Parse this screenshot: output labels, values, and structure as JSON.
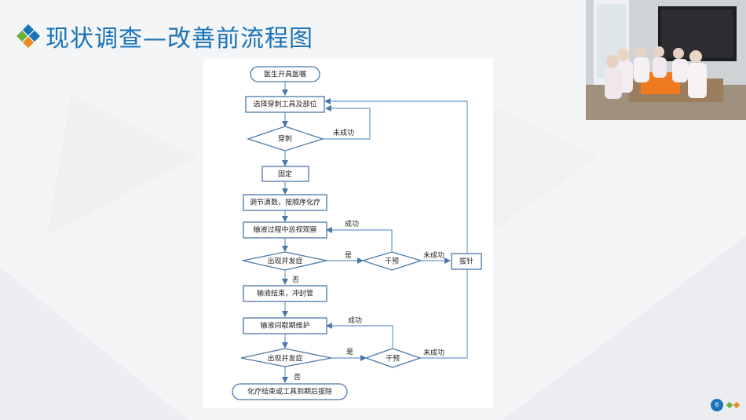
{
  "slide": {
    "title": "现状调查—改善前流程图",
    "page_number": "6",
    "accent_colors": {
      "blue": "#1a73b7",
      "green": "#6bb33d",
      "orange": "#f08a24"
    },
    "photo": {
      "subject": "nurses seated around a table in a meeting room, TV screen on wall"
    }
  },
  "flow": {
    "nodes": {
      "start": "医生开具医嘱",
      "select_tool": "选择穿刺工具及部位",
      "puncture": "穿刺",
      "fix": "固定",
      "adjust_drip": "调节滴数，按顺序化疗",
      "monitor": "输液过程中巡视观察",
      "occur_1": "出现并发症",
      "intervene_1": "干预",
      "remove_needle": "拔针",
      "infusion_end": "输液结束，冲封管",
      "interval_maint": "输液间歇期维护",
      "occur_2": "出现并发症",
      "intervene_2": "干预",
      "end": "化疗结束或工具到期后拔除"
    },
    "edge_labels": {
      "puncture_fail": "未成功",
      "intervene1_success": "成功",
      "occur1_yes": "是",
      "intervene1_fail": "未成功",
      "occur1_no": "否",
      "intervene2_success": "成功",
      "occur2_yes": "是",
      "intervene2_fail": "未成功",
      "occur2_no": "否"
    },
    "colors": {
      "line": "#6a9bc9",
      "shape_stroke": "#4a78a8",
      "arrow": "#4a78a8"
    }
  }
}
